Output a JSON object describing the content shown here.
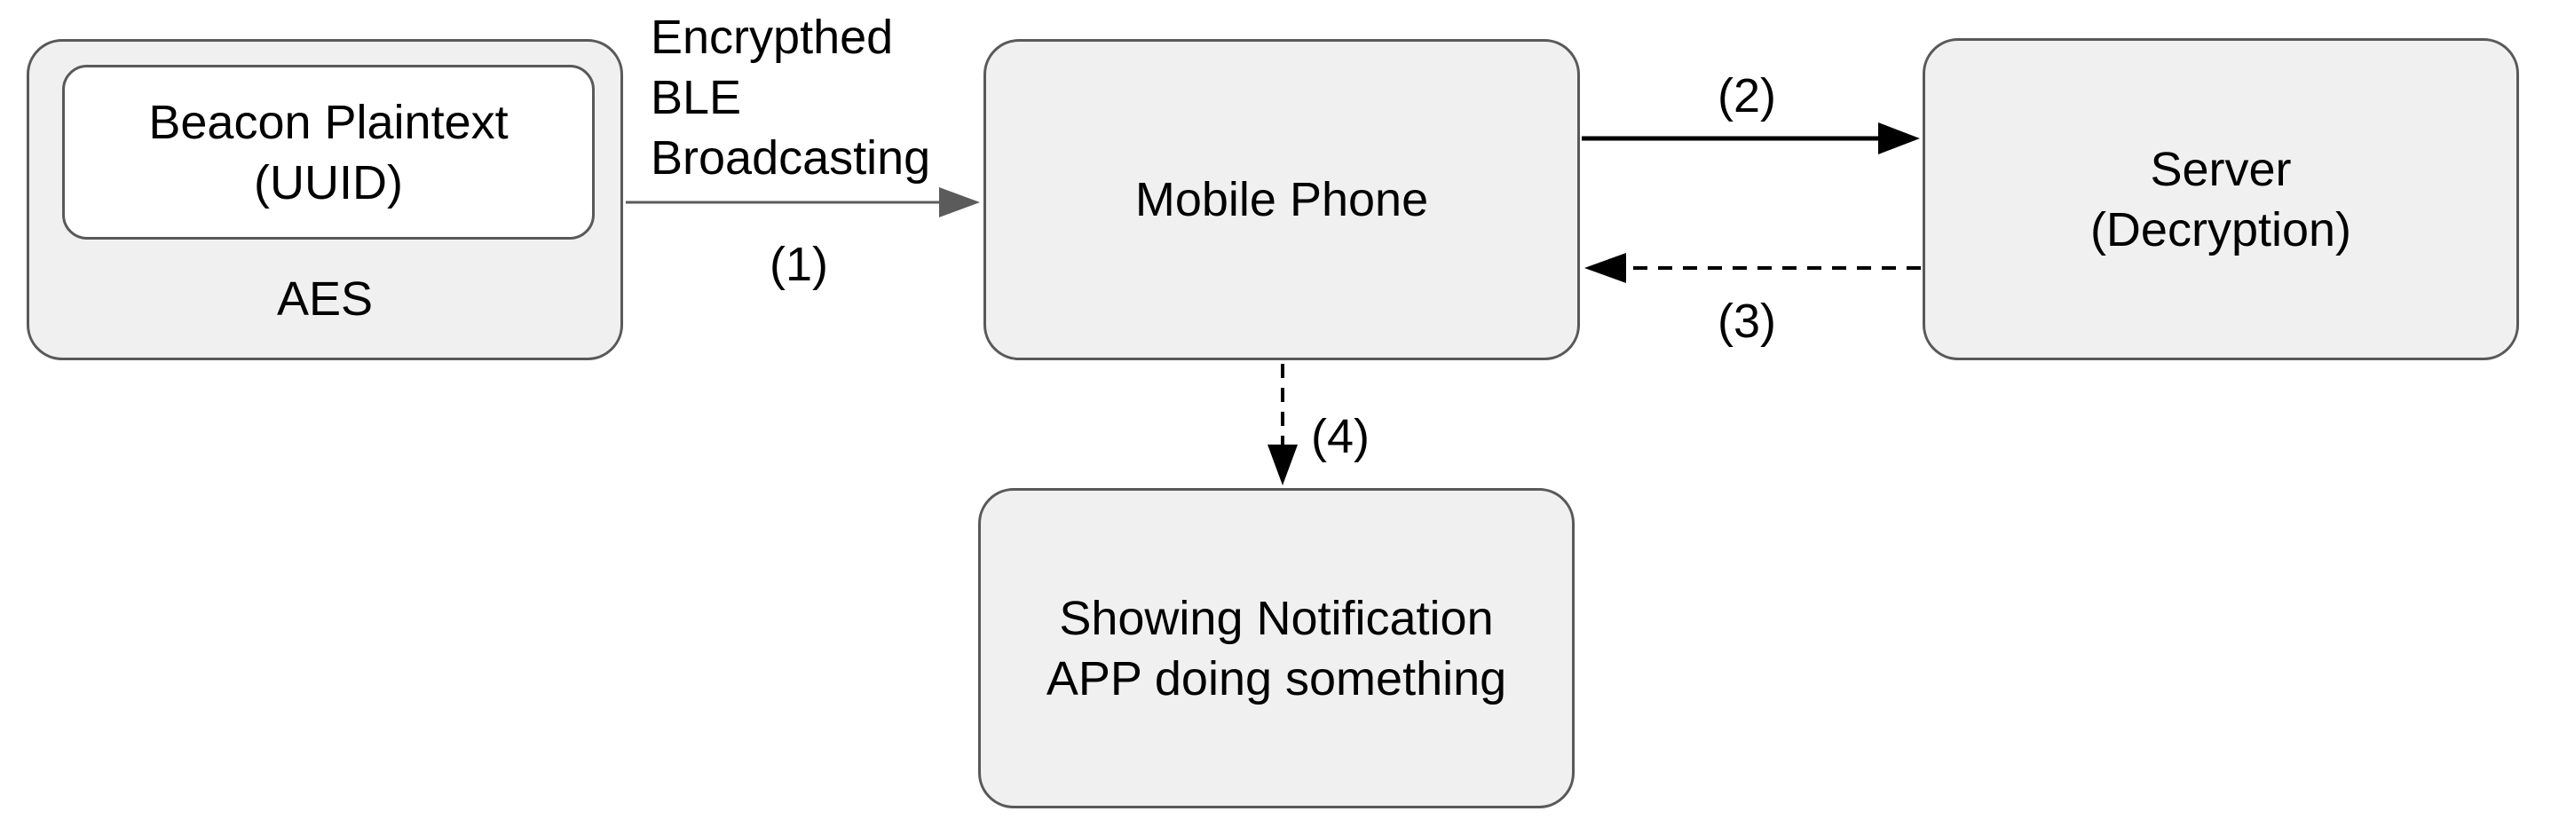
{
  "nodes": {
    "beacon": {
      "label": "Beacon Plaintext\n(UUID)"
    },
    "aes": {
      "label": "AES"
    },
    "mobile": {
      "label": "Mobile Phone"
    },
    "server": {
      "label": "Server\n(Decryption)"
    },
    "notification": {
      "label": "Showing Notification\nAPP doing something"
    }
  },
  "edges": {
    "e1": {
      "label": "Encrypthed\nBLE\nBroadcasting",
      "step": "(1)",
      "style": "solid thin gray"
    },
    "e2": {
      "step": "(2)",
      "style": "solid thick black"
    },
    "e3": {
      "step": "(3)",
      "style": "dashed black"
    },
    "e4": {
      "step": "(4)",
      "style": "dashed black vertical"
    }
  },
  "colors": {
    "node_fill": "#f0f0f0",
    "node_border": "#595959",
    "inner_fill": "#ffffff",
    "thin_arrow": "#5b5b5b",
    "arrow": "#000000",
    "text": "#000000",
    "background": "#ffffff"
  }
}
